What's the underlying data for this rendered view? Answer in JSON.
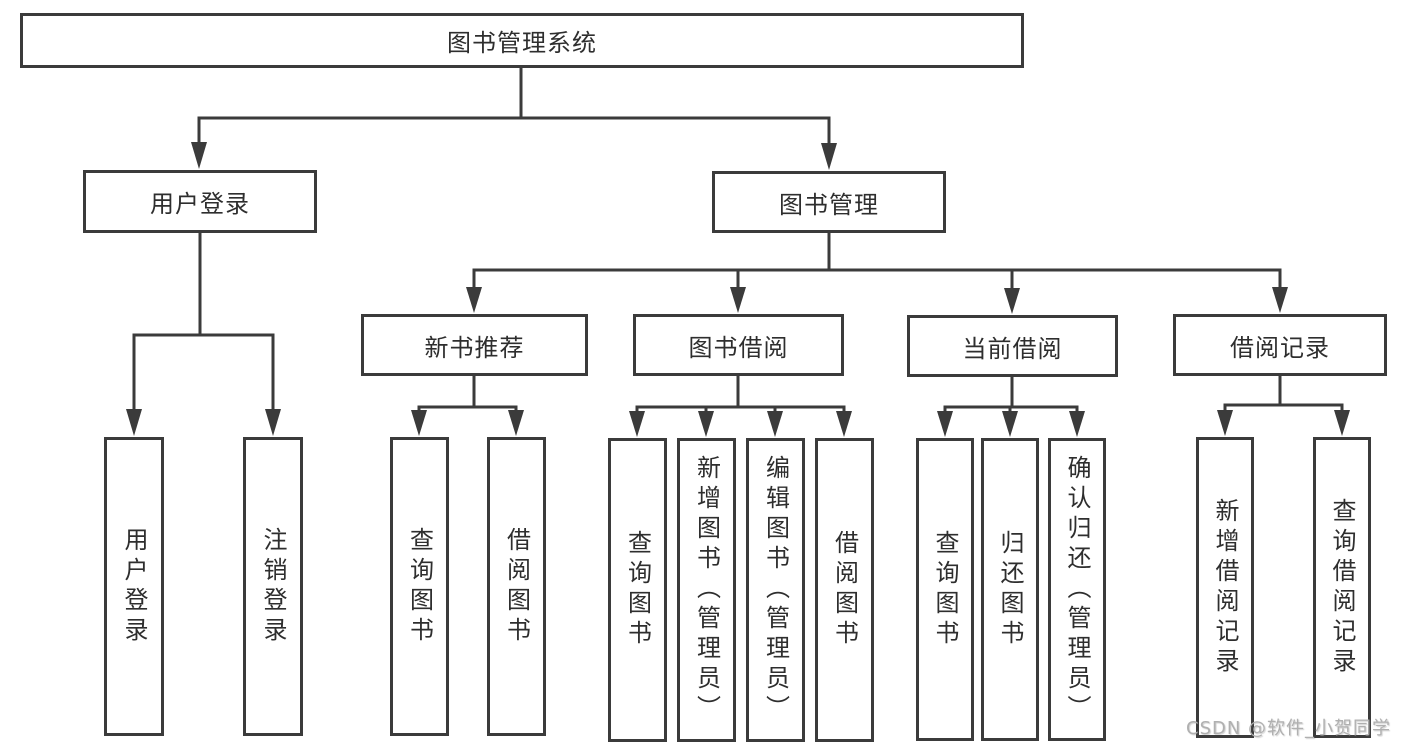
{
  "diagram": {
    "root": "图书管理系统",
    "branches": [
      {
        "label": "用户登录",
        "children": [
          "用户登录",
          "注销登录"
        ]
      },
      {
        "label": "图书管理",
        "groups": [
          {
            "label": "新书推荐",
            "children": [
              "查询图书",
              "借阅图书"
            ]
          },
          {
            "label": "图书借阅",
            "children": [
              "查询图书",
              "新增图书（管理员）",
              "编辑图书（管理员）",
              "借阅图书"
            ]
          },
          {
            "label": "当前借阅",
            "children": [
              "查询图书",
              "归还图书",
              "确认归还（管理员）"
            ]
          },
          {
            "label": "借阅记录",
            "children": [
              "新增借阅记录",
              "查询借阅记录"
            ]
          }
        ]
      }
    ]
  },
  "watermark": "CSDN @软件_小贺同学",
  "colors": {
    "line": "#3b3b3b",
    "text": "#2e2e2e",
    "watermark": "#b0b0b0",
    "background": "#ffffff"
  }
}
